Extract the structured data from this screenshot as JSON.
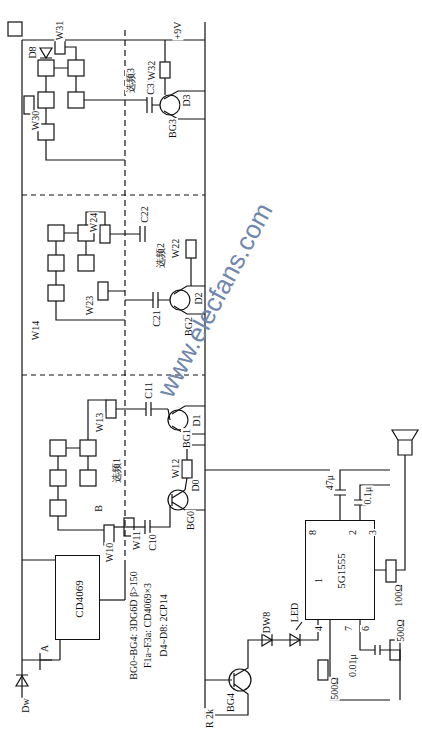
{
  "diagram": {
    "nodes": [
      {
        "text": [
          "CD4069"
        ]
      },
      {
        "text": [
          "5G1555"
        ]
      }
    ],
    "labels": [
      "Dw",
      "A",
      "B",
      "W10",
      "W11",
      "C10",
      "BG0",
      "D0",
      "W12",
      "选频1",
      "W13",
      "W14",
      "C11",
      "BG1",
      "D1",
      "选频2",
      "W24",
      "W23",
      "C22",
      "C21",
      "BG2",
      "D2",
      "W22",
      "选频3",
      "W30",
      "W31",
      "C31",
      "BG3",
      "W32",
      "D3",
      "D8",
      "+9V",
      "BG4",
      "R 2k",
      "DW8",
      "LED",
      "4",
      "8",
      "3",
      "7",
      "6",
      "2",
      "1",
      "47μ",
      "0.1μ",
      "100Ω",
      "500Ω",
      "500Ω",
      "0.01μ",
      "BG0~BG4: 3DG6D β>150",
      "F1a~F3a: CD4069×3",
      "D4~D8: 2CP14",
      "www.elecfans.com"
    ]
  }
}
